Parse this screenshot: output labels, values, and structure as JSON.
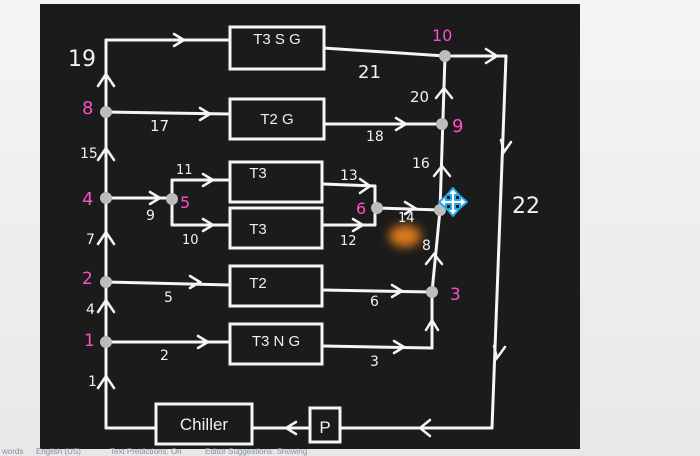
{
  "boxes": {
    "t3sg": "T3 S G",
    "t2g": "T2 G",
    "t3_upper": "T3",
    "t3_lower": "T3",
    "t2": "T2",
    "t3ng": "T3 N G",
    "chiller": "Chiller",
    "pump": "P"
  },
  "white_numbers": {
    "n21": "21",
    "n17": "17",
    "n18": "18",
    "n15": "15",
    "n11": "11",
    "n13": "13",
    "n16": "16",
    "n9w": "9",
    "n10w": "10",
    "n14": "14",
    "n12": "12",
    "n7": "7",
    "n5w": "5",
    "n6w": "6",
    "n4w": "4",
    "n2w": "2",
    "n3w": "3",
    "n1w": "1",
    "n22": "22",
    "n20": "20"
  },
  "pink_numbers": {
    "p19": "19",
    "p8": "8",
    "p4": "4",
    "p2": "2",
    "p1": "1",
    "p10": "10",
    "p9": "9",
    "p5": "5",
    "p6": "6",
    "p3": "3",
    "p8r": "8"
  },
  "statusbar": {
    "words": "words",
    "language": "English (US)",
    "predictions": "Text Predictions: On",
    "editor": "Editor Suggestions: Showing"
  },
  "colors": {
    "board": "#1b1b1b",
    "line": "#ffffff",
    "pink": "#ff4fc8",
    "move_cursor": "#27a8e8",
    "highlight": "#ff8a1e"
  },
  "icons": [
    "move-cursor-icon"
  ]
}
